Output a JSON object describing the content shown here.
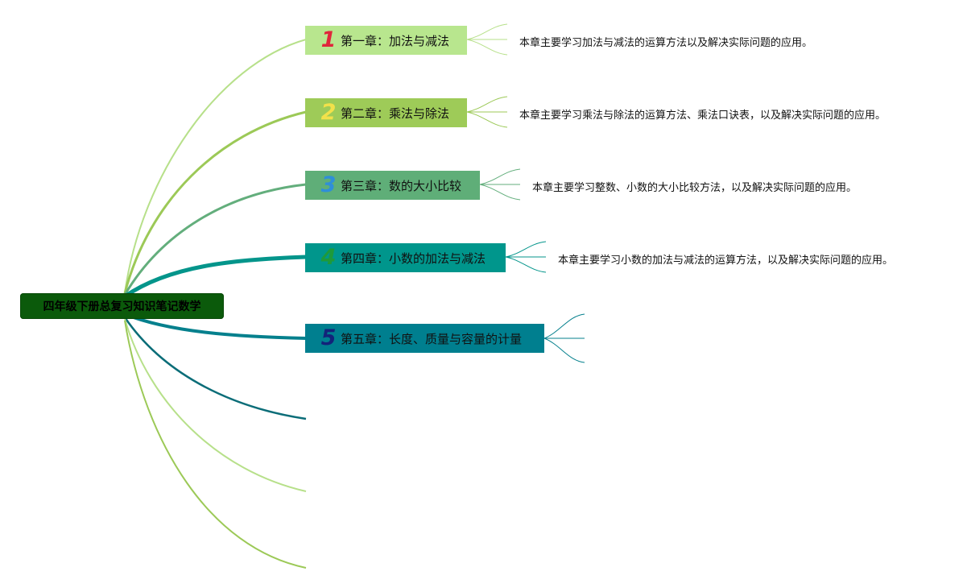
{
  "root": {
    "title": "四年级下册总复习知识笔记数学"
  },
  "chapters": [
    {
      "num": "1",
      "num_color": "#e0263b",
      "title": "第一章：加法与减法",
      "box_color": "#b8e68e",
      "line_color": "#b7e08a",
      "note": "本章主要学习加法与减法的运算方法以及解决实际问题的应用。"
    },
    {
      "num": "2",
      "num_color": "#f2e14a",
      "title": "第二章：乘法与除法",
      "box_color": "#9ecb58",
      "line_color": "#9cc957",
      "note": "本章主要学习乘法与除法的运算方法、乘法口诀表，以及解决实际问题的应用。"
    },
    {
      "num": "3",
      "num_color": "#2f8fd8",
      "title": "第三章：数的大小比较",
      "box_color": "#5fae78",
      "line_color": "#63ae7c",
      "note": "本章主要学习整数、小数的大小比较方法，以及解决实际问题的应用。"
    },
    {
      "num": "4",
      "num_color": "#1e9a3a",
      "title": "第四章：小数的加法与减法",
      "box_color": "#00968c",
      "line_color": "#04958b",
      "note": "本章主要学习小数的加法与减法的运算方法，以及解决实际问题的应用。"
    },
    {
      "num": "5",
      "num_color": "#13237a",
      "title": "第五章：长度、质量与容量的计量",
      "box_color": "#007f8f",
      "line_color": "#05808d",
      "note": ""
    }
  ],
  "empty_branch_colors": [
    "#0b6d78",
    "#b7e08a",
    "#9cc957"
  ]
}
